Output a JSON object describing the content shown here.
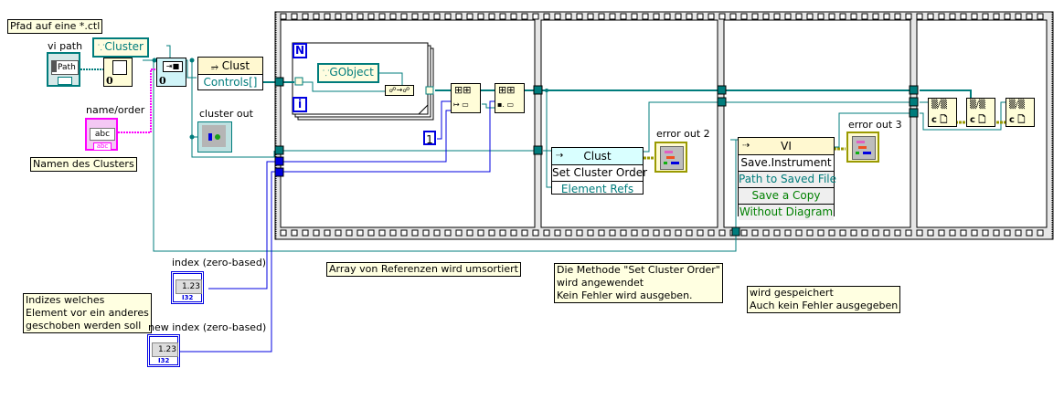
{
  "diagram": {
    "type": "LabVIEW block diagram",
    "comments": {
      "path_hint": "Pfad auf eine *.ctl",
      "cluster_name_hint": "Namen des Clusters",
      "index_hint": "Indizes welches\nElement vor ein anderes\ngeschoben werden soll",
      "array_sorted": "Array von Referenzen wird umsortiert",
      "set_cluster_order": "Die Methode \"Set Cluster Order\"\nwird angewendet\nKein Fehler wird ausgeben.",
      "saved": "wird gespeichert\nAuch kein Fehler ausgegeben"
    },
    "controls": {
      "vi_path": {
        "label": "vi path",
        "value_text": "Path"
      },
      "name_order": {
        "label": "name/order",
        "value_text": "abc",
        "badge": "abc"
      },
      "index": {
        "label": "index (zero-based)",
        "value_text": "1.23",
        "badge": "I32"
      },
      "new_index": {
        "label": "new index (zero-based)",
        "value_text": "1.23",
        "badge": "I32"
      }
    },
    "indicators": {
      "cluster_out": {
        "label": "cluster out"
      },
      "error_out_2": {
        "label": "error out 2"
      },
      "error_out_3": {
        "label": "error out 3"
      }
    },
    "constants": {
      "cluster_class": "Cluster",
      "gobject_class": "GObject",
      "numeric_one": "1",
      "zero_a": "0",
      "zero_b": "0"
    },
    "for_loop": {
      "count_terminal": "N",
      "iteration_terminal": "i"
    },
    "property_node_controls": {
      "class": "Clust",
      "properties": [
        "Controls[]"
      ]
    },
    "invoke_node_set_order": {
      "class": "Clust",
      "method": "Set Cluster Order",
      "params": [
        "Element Refs"
      ]
    },
    "invoke_node_save": {
      "class": "VI",
      "method": "Save.Instrument",
      "params": [
        "Path to Saved File",
        "Save a Copy",
        "Without Diagram"
      ]
    },
    "colors": {
      "refnum_wire": "#007c7c",
      "numeric_wire": "#0000e0",
      "string_wire": "#ff00ff",
      "error_wire": "#9a9a00",
      "comment_bg": "#ffffe1"
    }
  }
}
